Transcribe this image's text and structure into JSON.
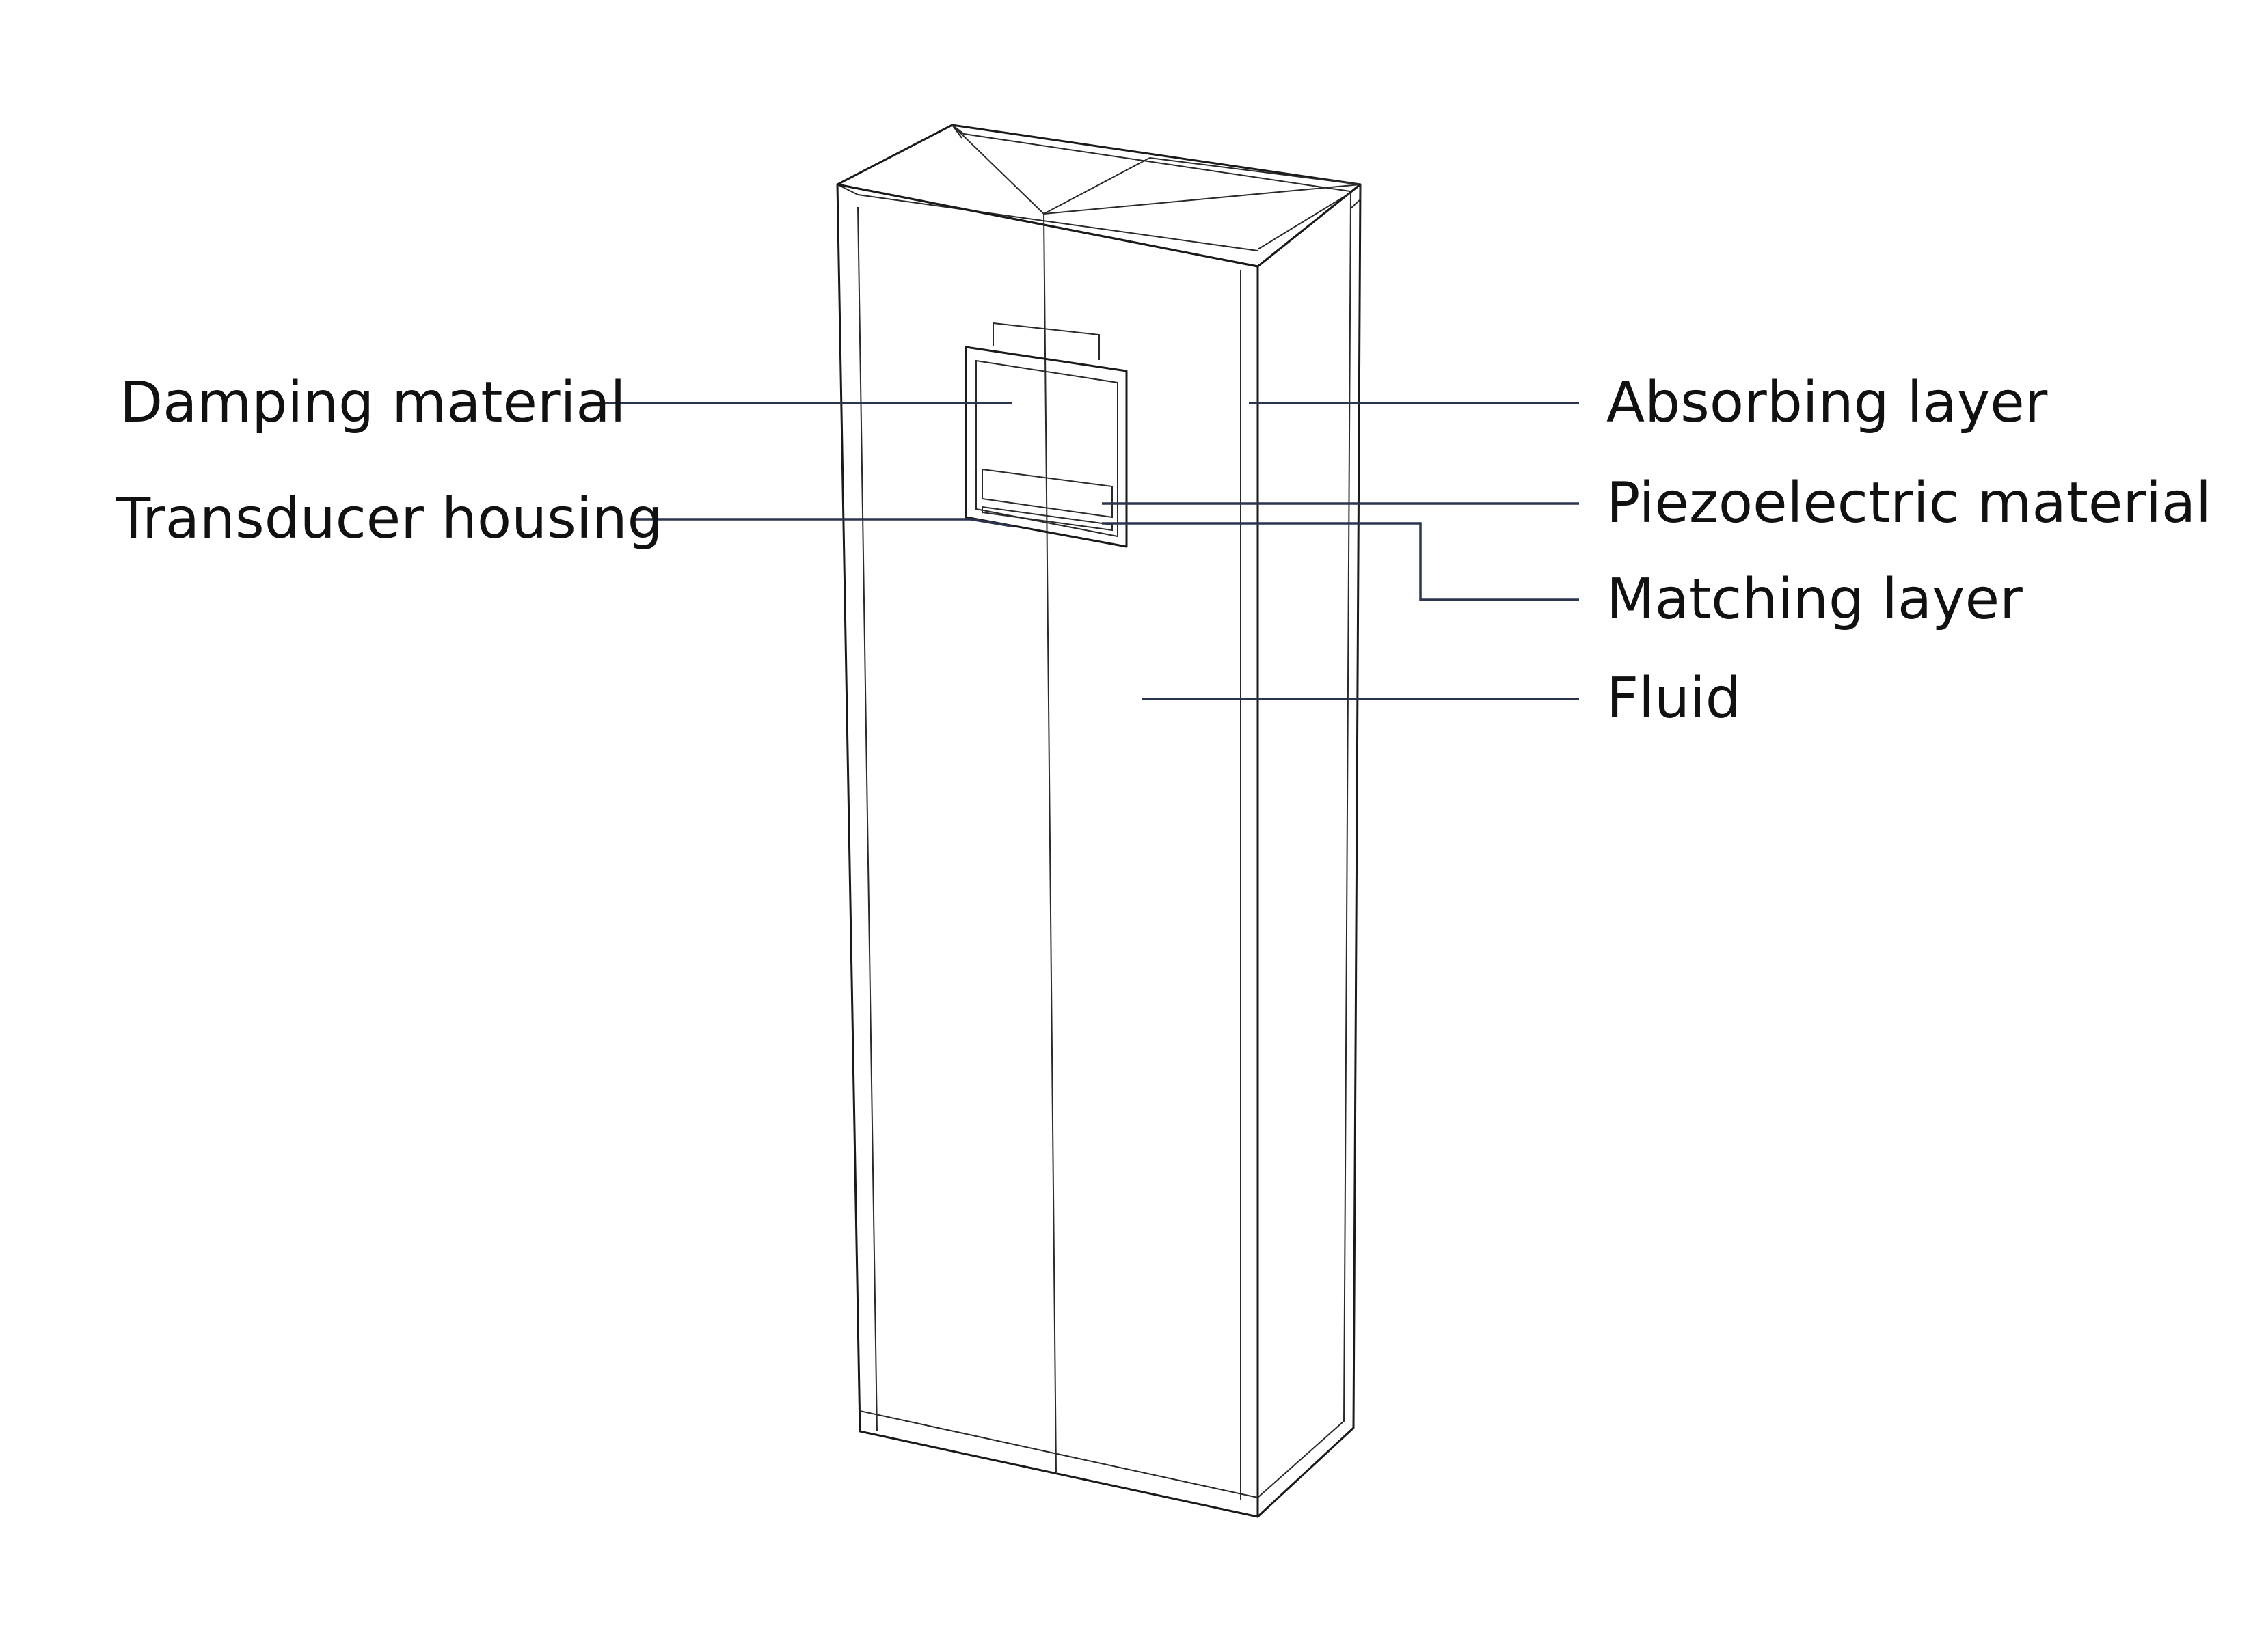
{
  "labels": {
    "damping_material": "Damping material",
    "transducer_housing": "Transducer housing",
    "absorbing_layer": "Absorbing layer",
    "piezoelectric_material": "Piezoelectric material",
    "matching_layer": "Matching layer",
    "fluid": "Fluid"
  },
  "colors": {
    "side_face": "#959595",
    "leader_line": "#2b3550",
    "edge_line": "#1a1a1a"
  }
}
